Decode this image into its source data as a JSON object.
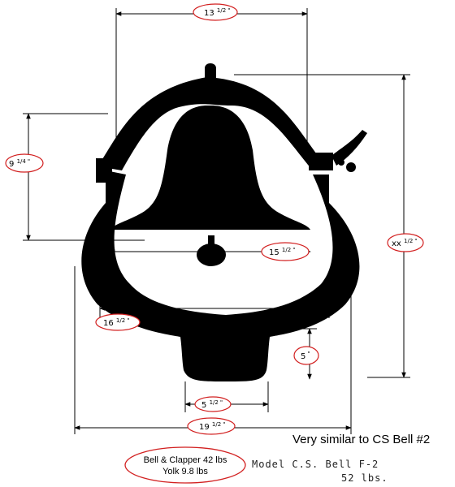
{
  "dimensions": {
    "top_width": {
      "whole": "13",
      "frac": "1/2",
      "mark": "\""
    },
    "yoke_height": {
      "whole": "9",
      "frac": "1/4",
      "mark": "\""
    },
    "mouth_width": {
      "whole": "15",
      "frac": "1/2",
      "mark": "\""
    },
    "total_height": {
      "whole": "xx",
      "frac": "1/2",
      "mark": "\""
    },
    "inner_width": {
      "whole": "16",
      "frac": "1/2",
      "mark": "\""
    },
    "base_height": {
      "whole": "5",
      "frac": "",
      "mark": "\""
    },
    "base_width": {
      "whole": "5",
      "frac": "1/2",
      "mark": "\""
    },
    "overall_width": {
      "whole": "19",
      "frac": "1/2",
      "mark": "\""
    }
  },
  "note": "Very similar to CS Bell #2",
  "weights": {
    "line1": "Bell & Clapper 42 lbs",
    "line2": "Yolk 9.8 lbs"
  },
  "model": {
    "label": "Model C.S. Bell F-2",
    "weight": "52 lbs."
  },
  "colors": {
    "ink": "#000000",
    "annotation": "#d22020"
  }
}
